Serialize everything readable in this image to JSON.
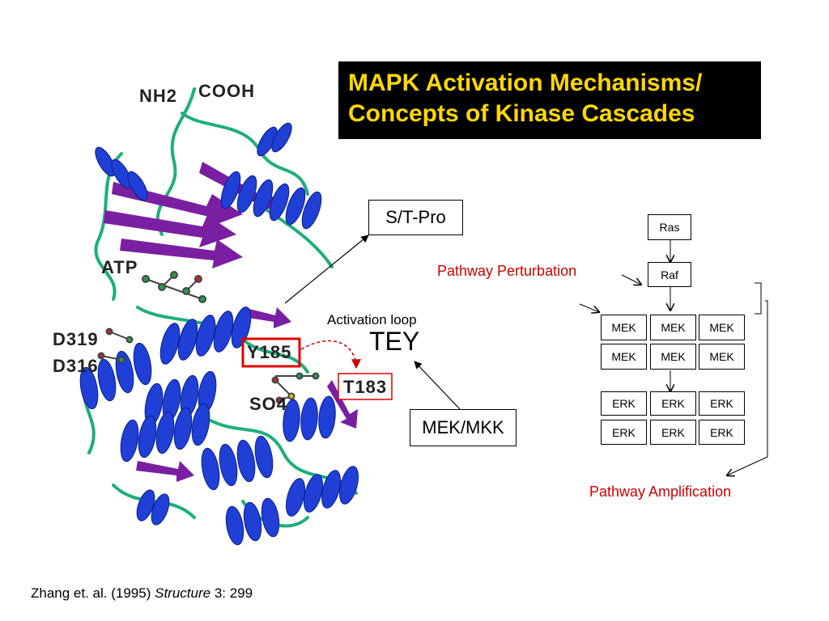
{
  "title": {
    "line1": "MAPK Activation Mechanisms/",
    "line2": "Concepts of Kinase Cascades"
  },
  "structure": {
    "nh2": "NH2",
    "cooh": "COOH",
    "atp": "ATP",
    "d319": "D319",
    "d316": "D316",
    "y185": "Y185",
    "t183": "T183",
    "so4": "SO4",
    "activation_loop": "Activation loop",
    "tey": "TEY"
  },
  "callouts": {
    "st_pro": "S/T-Pro",
    "mek_mkk": "MEK/MKK"
  },
  "cascade": {
    "ras": "Ras",
    "raf": "Raf",
    "mek_rows": [
      [
        "MEK",
        "MEK",
        "MEK"
      ],
      [
        "MEK",
        "MEK",
        "MEK"
      ]
    ],
    "erk_rows": [
      [
        "ERK",
        "ERK",
        "ERK"
      ],
      [
        "ERK",
        "ERK",
        "ERK"
      ]
    ],
    "perturbation": "Pathway Perturbation",
    "amplification": "Pathway Amplification"
  },
  "citation": {
    "authors": "Zhang et. al. (1995)",
    "journal": "Structure",
    "ref": "3: 299"
  },
  "colors": {
    "title_bg": "#000000",
    "title_text": "#ffd800",
    "helix": "#1f3fd6",
    "sheet": "#7a1fa2",
    "coil": "#1fae7a",
    "accent_red": "#cc0000"
  }
}
